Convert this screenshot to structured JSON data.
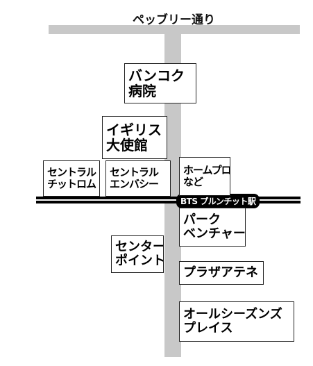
{
  "map": {
    "road_title": "ペッブリー通り",
    "station_label": "BTS プルンチット駅",
    "labels": {
      "bangkok_hospital": [
        "バンコク",
        "病院"
      ],
      "british_embassy": [
        "イギリス",
        "大使館"
      ],
      "central_chidlom": [
        "セントラル",
        "チットロム"
      ],
      "central_embassy": [
        "セントラル",
        "エンバシー"
      ],
      "homepro": [
        "ホームプロ",
        "など"
      ],
      "park_ventures": [
        "パーク",
        "ベンチャー"
      ],
      "center_point": [
        "センター",
        "ポイント"
      ],
      "athenee": [
        "プラザアテネ"
      ],
      "four_seasons": [
        "オールシーズンズ",
        "プレイス"
      ]
    }
  }
}
